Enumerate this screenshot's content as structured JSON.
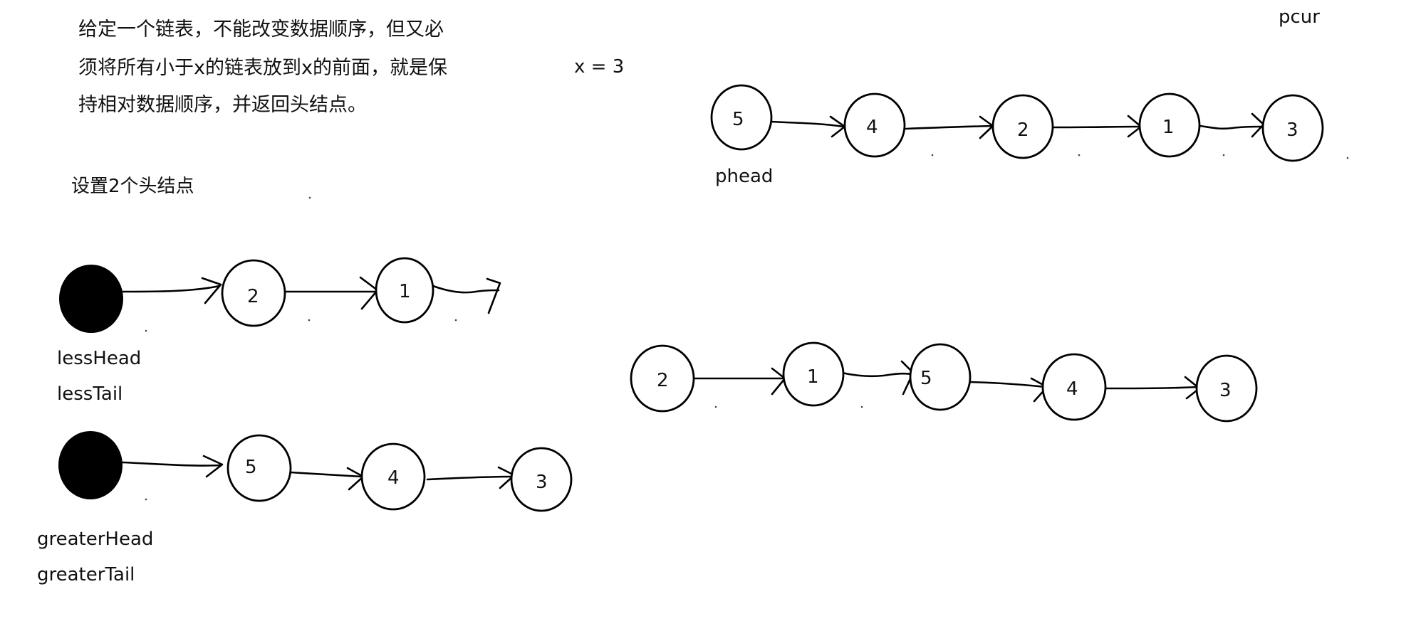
{
  "problem": {
    "lines": [
      "给定一个链表，不能改变数据顺序，但又必",
      "须将所有小于x的链表放到x的前面，就是保",
      "持相对数据顺序，并返回头结点。"
    ]
  },
  "condition_text": "x = 3",
  "setup_text": "设置2个头结点",
  "pointers": {
    "pcur": "pcur",
    "phead": "phead",
    "less_head": "lessHead",
    "less_tail": "lessTail",
    "greater_head": "greaterHead",
    "greater_tail": "greaterTail"
  },
  "lists": {
    "original": [
      "5",
      "4",
      "2",
      "1",
      "3"
    ],
    "less": [
      "2",
      "1"
    ],
    "greater": [
      "5",
      "4",
      "3"
    ],
    "result": [
      "2",
      "1",
      "5",
      "4",
      "3"
    ]
  }
}
